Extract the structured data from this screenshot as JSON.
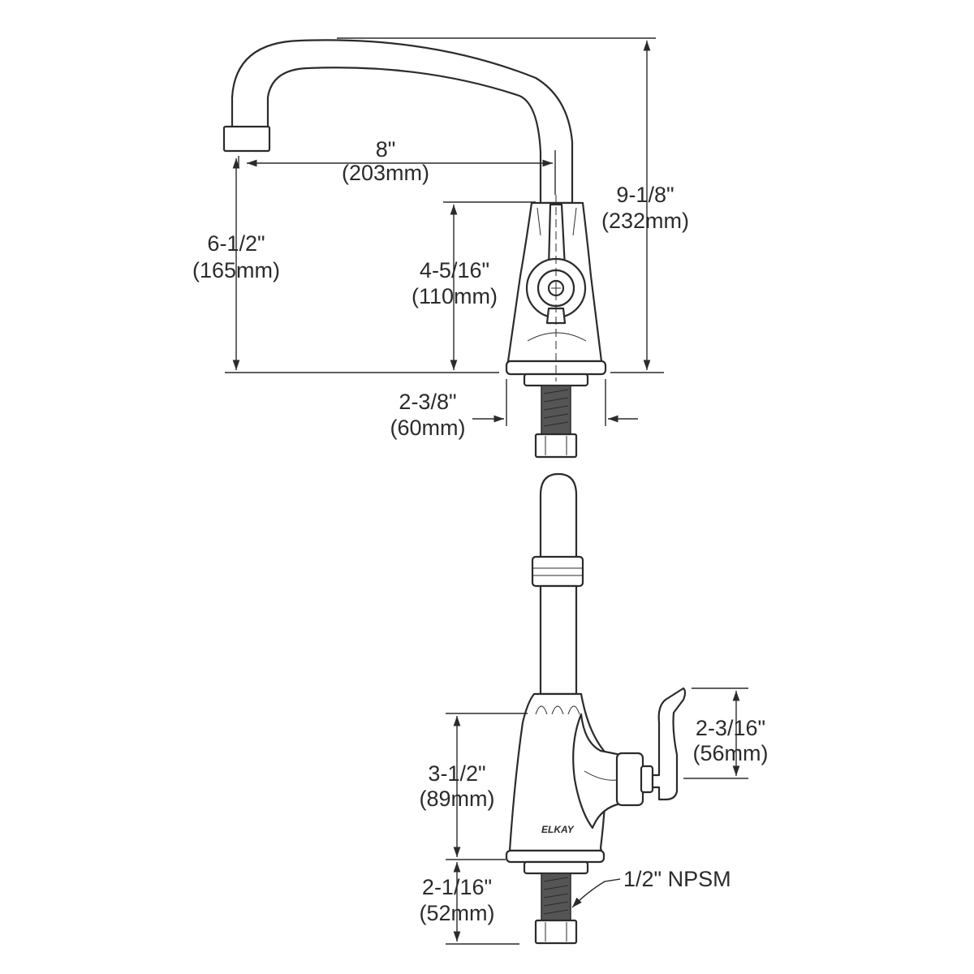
{
  "dimensions": {
    "spout_reach": {
      "imperial": "8\"",
      "metric": "(203mm)"
    },
    "overall_height": {
      "imperial": "9-1/8\"",
      "metric": "(232mm)"
    },
    "outlet_height": {
      "imperial": "6-1/2\"",
      "metric": "(165mm)"
    },
    "body_height_front": {
      "imperial": "4-5/16\"",
      "metric": "(110mm)"
    },
    "base_width": {
      "imperial": "2-3/8\"",
      "metric": "(60mm)"
    },
    "handle_height": {
      "imperial": "2-3/16\"",
      "metric": "(56mm)"
    },
    "body_height_side": {
      "imperial": "3-1/2\"",
      "metric": "(89mm)"
    },
    "shank_length": {
      "imperial": "2-1/16\"",
      "metric": "(52mm)"
    },
    "thread_spec": "1/2\" NPSM"
  },
  "brand_mark": "ELKAY"
}
